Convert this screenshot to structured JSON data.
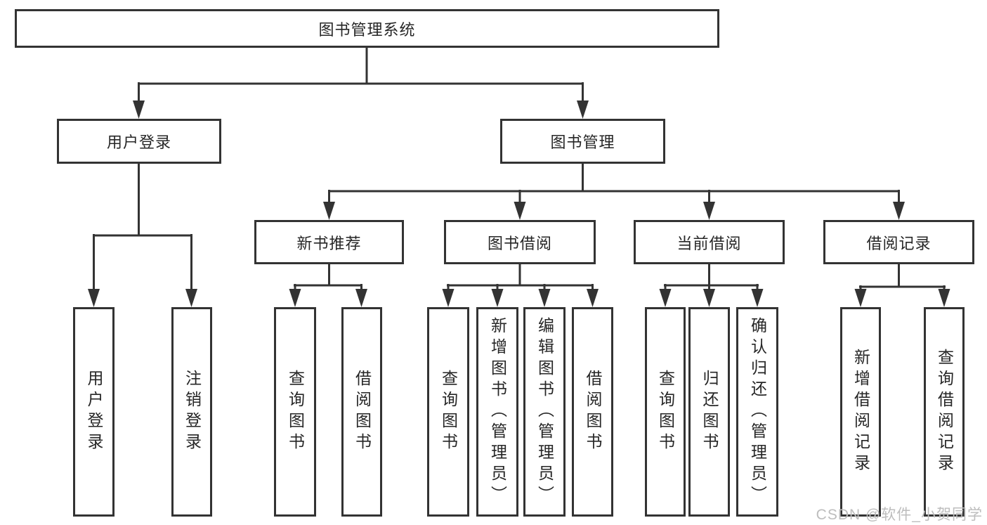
{
  "title": "图书管理系统",
  "diagram": {
    "root": {
      "label": "图书管理系统"
    },
    "level2": [
      {
        "label": "用户登录"
      },
      {
        "label": "图书管理"
      }
    ],
    "level3": [
      {
        "label": "新书推荐"
      },
      {
        "label": "图书借阅"
      },
      {
        "label": "当前借阅"
      },
      {
        "label": "借阅记录"
      }
    ],
    "leaves": {
      "user": [
        "用户登录",
        "注销登录"
      ],
      "recommend": [
        "查询图书",
        "借阅图书"
      ],
      "borrow": [
        "查询图书",
        "新增图书（管理员）",
        "编辑图书（管理员）",
        "借阅图书"
      ],
      "current": [
        "查询图书",
        "归还图书",
        "确认归还（管理员）"
      ],
      "records": [
        "新增借阅记录",
        "查询借阅记录"
      ]
    }
  },
  "watermark": {
    "text": "CSDN @软件_小贺同学"
  },
  "colors": {
    "line": "#333333",
    "border": "#333333",
    "text": "#262626",
    "watermark": "#bdbdbd",
    "background": "#ffffff"
  }
}
